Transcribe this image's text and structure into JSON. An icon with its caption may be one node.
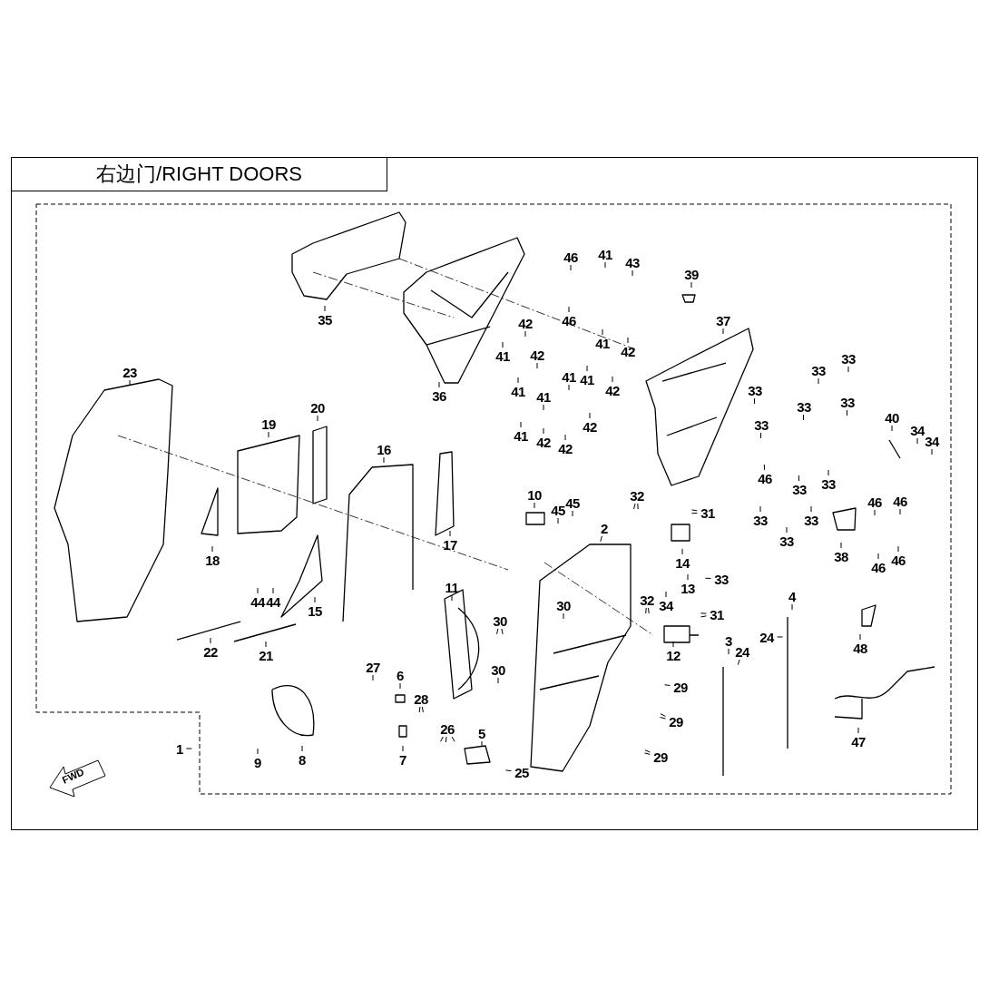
{
  "diagram": {
    "title": "右边门/RIGHT DOORS",
    "nodes": [
      {
        "text": [
          "46"
        ]
      },
      {
        "text": [
          "41"
        ]
      },
      {
        "text": [
          "43"
        ]
      },
      {
        "text": [
          "39"
        ]
      },
      {
        "text": [
          "35"
        ]
      },
      {
        "text": [
          "46"
        ]
      },
      {
        "text": [
          "37"
        ]
      },
      {
        "text": [
          "42"
        ]
      },
      {
        "text": [
          "41"
        ]
      },
      {
        "text": [
          "42"
        ]
      },
      {
        "text": [
          "42"
        ]
      },
      {
        "text": [
          "41"
        ]
      },
      {
        "text": [
          "33"
        ]
      },
      {
        "text": [
          "33"
        ]
      },
      {
        "text": [
          "41"
        ]
      },
      {
        "text": [
          "41"
        ]
      },
      {
        "text": [
          "41"
        ]
      },
      {
        "text": [
          "42"
        ]
      },
      {
        "text": [
          "33"
        ]
      },
      {
        "text": [
          "36"
        ]
      },
      {
        "text": [
          "41"
        ]
      },
      {
        "text": [
          "33"
        ]
      },
      {
        "text": [
          "33"
        ]
      },
      {
        "text": [
          "19"
        ]
      },
      {
        "text": [
          "20"
        ]
      },
      {
        "text": [
          "23"
        ]
      },
      {
        "text": [
          "16"
        ]
      },
      {
        "text": [
          "42"
        ]
      },
      {
        "text": [
          "41"
        ]
      },
      {
        "text": [
          "42"
        ]
      },
      {
        "text": [
          "42"
        ]
      },
      {
        "text": [
          "33"
        ]
      },
      {
        "text": [
          "40"
        ]
      },
      {
        "text": [
          "34"
        ]
      },
      {
        "text": [
          "34"
        ]
      },
      {
        "text": [
          "33"
        ]
      },
      {
        "text": [
          "46"
        ]
      },
      {
        "text": [
          "33"
        ]
      },
      {
        "text": [
          "10"
        ]
      },
      {
        "text": [
          "32"
        ]
      },
      {
        "text": [
          "45"
        ]
      },
      {
        "text": [
          "45"
        ]
      },
      {
        "text": [
          "46"
        ]
      },
      {
        "text": [
          "46"
        ]
      },
      {
        "text": [
          "33"
        ]
      },
      {
        "text": [
          "31"
        ]
      },
      {
        "text": [
          "33"
        ]
      },
      {
        "text": [
          "33"
        ]
      },
      {
        "text": [
          "2"
        ]
      },
      {
        "text": [
          "17"
        ]
      },
      {
        "text": [
          "38"
        ]
      },
      {
        "text": [
          "46"
        ]
      },
      {
        "text": [
          "46"
        ]
      },
      {
        "text": [
          "18"
        ]
      },
      {
        "text": [
          "14"
        ]
      },
      {
        "text": [
          "34"
        ]
      },
      {
        "text": [
          "13"
        ]
      },
      {
        "text": [
          "33"
        ]
      },
      {
        "text": [
          "4"
        ]
      },
      {
        "text": [
          "11"
        ]
      },
      {
        "text": [
          "44"
        ]
      },
      {
        "text": [
          "44"
        ]
      },
      {
        "text": [
          "32"
        ]
      },
      {
        "text": [
          "31"
        ]
      },
      {
        "text": [
          "15"
        ]
      },
      {
        "text": [
          "30"
        ]
      },
      {
        "text": [
          "30"
        ]
      },
      {
        "text": [
          "24"
        ]
      },
      {
        "text": [
          "3"
        ]
      },
      {
        "text": [
          "24"
        ]
      },
      {
        "text": [
          "22"
        ]
      },
      {
        "text": [
          "21"
        ]
      },
      {
        "text": [
          "12"
        ]
      },
      {
        "text": [
          "48"
        ]
      },
      {
        "text": [
          "27"
        ]
      },
      {
        "text": [
          "30"
        ]
      },
      {
        "text": [
          "6"
        ]
      },
      {
        "text": [
          "29"
        ]
      },
      {
        "text": [
          "28"
        ]
      },
      {
        "text": [
          "29"
        ]
      },
      {
        "text": [
          "26"
        ]
      },
      {
        "text": [
          "5"
        ]
      },
      {
        "text": [
          "47"
        ]
      },
      {
        "text": [
          "1"
        ]
      },
      {
        "text": [
          "7"
        ]
      },
      {
        "text": [
          "8"
        ]
      },
      {
        "text": [
          "9"
        ]
      },
      {
        "text": [
          "29"
        ]
      },
      {
        "text": [
          "25"
        ]
      }
    ],
    "edges": [
      {
        "from": 0,
        "to": null,
        "arrow": "none"
      },
      {
        "from": 1,
        "to": null,
        "arrow": "none"
      },
      {
        "from": 2,
        "to": null,
        "arrow": "none"
      },
      {
        "from": 3,
        "to": null,
        "arrow": "none"
      },
      {
        "from": 4,
        "to": null,
        "arrow": "none"
      },
      {
        "from": 5,
        "to": null,
        "arrow": "none"
      },
      {
        "from": 6,
        "to": null,
        "arrow": "none"
      },
      {
        "from": 7,
        "to": null,
        "arrow": "none"
      },
      {
        "from": 8,
        "to": null,
        "arrow": "none"
      },
      {
        "from": 9,
        "to": null,
        "arrow": "none"
      },
      {
        "from": 10,
        "to": null,
        "arrow": "none"
      },
      {
        "from": 11,
        "to": null,
        "arrow": "none"
      },
      {
        "from": 12,
        "to": null,
        "arrow": "none"
      },
      {
        "from": 13,
        "to": null,
        "arrow": "none"
      },
      {
        "from": 14,
        "to": null,
        "arrow": "none"
      },
      {
        "from": 15,
        "to": null,
        "arrow": "none"
      },
      {
        "from": 16,
        "to": null,
        "arrow": "none"
      },
      {
        "from": 17,
        "to": null,
        "arrow": "none"
      },
      {
        "from": 18,
        "to": null,
        "arrow": "none"
      },
      {
        "from": 19,
        "to": null,
        "arrow": "none"
      },
      {
        "from": 20,
        "to": null,
        "arrow": "none"
      },
      {
        "from": 21,
        "to": null,
        "arrow": "none"
      },
      {
        "from": 22,
        "to": null,
        "arrow": "none"
      },
      {
        "from": 23,
        "to": null,
        "arrow": "none"
      },
      {
        "from": 24,
        "to": null,
        "arrow": "none"
      },
      {
        "from": 25,
        "to": null,
        "arrow": "none"
      },
      {
        "from": 26,
        "to": null,
        "arrow": "none"
      },
      {
        "from": 27,
        "to": null,
        "arrow": "none"
      },
      {
        "from": 28,
        "to": null,
        "arrow": "none"
      },
      {
        "from": 29,
        "to": null,
        "arrow": "none"
      },
      {
        "from": 30,
        "to": null,
        "arrow": "none"
      },
      {
        "from": 31,
        "to": null,
        "arrow": "none"
      },
      {
        "from": 32,
        "to": null,
        "arrow": "none"
      },
      {
        "from": 33,
        "to": null,
        "arrow": "none"
      },
      {
        "from": 34,
        "to": null,
        "arrow": "none"
      },
      {
        "from": 35,
        "to": null,
        "arrow": "none"
      },
      {
        "from": 36,
        "to": null,
        "arrow": "none"
      },
      {
        "from": 37,
        "to": null,
        "arrow": "none"
      },
      {
        "from": 38,
        "to": null,
        "arrow": "none"
      },
      {
        "from": 39,
        "to": null,
        "arrow": "none"
      },
      {
        "from": 39,
        "to": null,
        "arrow": "none"
      },
      {
        "from": 40,
        "to": null,
        "arrow": "none"
      },
      {
        "from": 41,
        "to": null,
        "arrow": "none"
      },
      {
        "from": 42,
        "to": null,
        "arrow": "none"
      },
      {
        "from": 43,
        "to": null,
        "arrow": "none"
      },
      {
        "from": 44,
        "to": null,
        "arrow": "none"
      },
      {
        "from": 45,
        "to": null,
        "arrow": "none"
      },
      {
        "from": 45,
        "to": null,
        "arrow": "none"
      },
      {
        "from": 46,
        "to": null,
        "arrow": "none"
      },
      {
        "from": 47,
        "to": null,
        "arrow": "none"
      },
      {
        "from": 48,
        "to": null,
        "arrow": "none"
      },
      {
        "from": 49,
        "to": null,
        "arrow": "none"
      },
      {
        "from": 50,
        "to": null,
        "arrow": "none"
      },
      {
        "from": 51,
        "to": null,
        "arrow": "none"
      },
      {
        "from": 52,
        "to": null,
        "arrow": "none"
      },
      {
        "from": 53,
        "to": null,
        "arrow": "none"
      },
      {
        "from": 54,
        "to": null,
        "arrow": "none"
      },
      {
        "from": 55,
        "to": null,
        "arrow": "none"
      },
      {
        "from": 56,
        "to": null,
        "arrow": "none"
      },
      {
        "from": 57,
        "to": null,
        "arrow": "none"
      },
      {
        "from": 58,
        "to": null,
        "arrow": "none"
      },
      {
        "from": 59,
        "to": null,
        "arrow": "none"
      },
      {
        "from": 60,
        "to": null,
        "arrow": "none"
      },
      {
        "from": 61,
        "to": null,
        "arrow": "none"
      },
      {
        "from": 62,
        "to": null,
        "arrow": "none"
      },
      {
        "from": 62,
        "to": null,
        "arrow": "none"
      },
      {
        "from": 63,
        "to": null,
        "arrow": "none"
      },
      {
        "from": 63,
        "to": null,
        "arrow": "none"
      },
      {
        "from": 64,
        "to": null,
        "arrow": "none"
      },
      {
        "from": 65,
        "to": null,
        "arrow": "none"
      },
      {
        "from": 66,
        "to": null,
        "arrow": "none"
      },
      {
        "from": 66,
        "to": null,
        "arrow": "none"
      },
      {
        "from": 67,
        "to": null,
        "arrow": "none"
      },
      {
        "from": 68,
        "to": null,
        "arrow": "none"
      },
      {
        "from": 69,
        "to": null,
        "arrow": "none"
      },
      {
        "from": 70,
        "to": null,
        "arrow": "none"
      },
      {
        "from": 71,
        "to": null,
        "arrow": "none"
      },
      {
        "from": 72,
        "to": null,
        "arrow": "none"
      },
      {
        "from": 73,
        "to": null,
        "arrow": "none"
      },
      {
        "from": 74,
        "to": null,
        "arrow": "none"
      },
      {
        "from": 75,
        "to": null,
        "arrow": "none"
      },
      {
        "from": 76,
        "to": null,
        "arrow": "none"
      },
      {
        "from": 77,
        "to": null,
        "arrow": "none"
      },
      {
        "from": 78,
        "to": null,
        "arrow": "none"
      },
      {
        "from": 78,
        "to": null,
        "arrow": "none"
      },
      {
        "from": 79,
        "to": null,
        "arrow": "none"
      },
      {
        "from": 79,
        "to": null,
        "arrow": "none"
      },
      {
        "from": 80,
        "to": null,
        "arrow": "none"
      },
      {
        "from": 80,
        "to": null,
        "arrow": "none"
      },
      {
        "from": 80,
        "to": null,
        "arrow": "none"
      },
      {
        "from": 81,
        "to": null,
        "arrow": "none"
      },
      {
        "from": 82,
        "to": null,
        "arrow": "none"
      },
      {
        "from": 83,
        "to": null,
        "arrow": "none"
      },
      {
        "from": 84,
        "to": null,
        "arrow": "none"
      },
      {
        "from": 85,
        "to": null,
        "arrow": "none"
      },
      {
        "from": 86,
        "to": null,
        "arrow": "none"
      },
      {
        "from": 87,
        "to": null,
        "arrow": "none"
      },
      {
        "from": 87,
        "to": null,
        "arrow": "none"
      },
      {
        "from": 88,
        "to": null,
        "arrow": "none"
      }
    ],
    "labels": [
      "FWD"
    ]
  }
}
